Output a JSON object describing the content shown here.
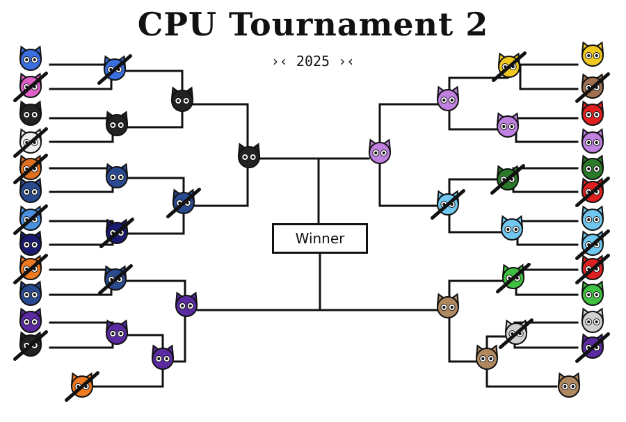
{
  "title": "CPU Tournament 2",
  "year": "2025",
  "winner_label": "Winner",
  "icon_colors": {
    "blue": "#3b6fe0",
    "pink": "#e060c8",
    "red_black": "#222222",
    "white": "#eeeeee",
    "orange_black": "#e07020",
    "dark_blue": "#2a4a90",
    "light_blue": "#4a90e0",
    "navy": "#1a1a70",
    "purple": "#5a2aa0",
    "black": "#222222",
    "orange": "#f07a20",
    "yellow": "#f0c820",
    "brown": "#a07050",
    "red": "#e02020",
    "lavender": "#c080e0",
    "green": "#2a7a2a",
    "cyan": "#70c8f0",
    "lime": "#40c040",
    "grey": "#d0d0d0",
    "tan": "#b08860"
  },
  "left_bracket": [
    {
      "name": "blue-fox-entrant",
      "color": "blue",
      "eliminated": false
    },
    {
      "name": "pink-cat-entrant",
      "color": "pink",
      "eliminated": true
    },
    {
      "name": "red-black-entrant",
      "color": "red_black",
      "eliminated": false
    },
    {
      "name": "white-entrant",
      "color": "white",
      "eliminated": true
    },
    {
      "name": "orange-black-entrant",
      "color": "orange_black",
      "eliminated": true
    },
    {
      "name": "dark-blue-entrant",
      "color": "dark_blue",
      "eliminated": false
    },
    {
      "name": "light-blue-entrant",
      "color": "light_blue",
      "eliminated": true
    },
    {
      "name": "navy-entrant",
      "color": "navy",
      "eliminated": false
    },
    {
      "name": "orange-bear-entrant",
      "color": "orange",
      "eliminated": true
    },
    {
      "name": "dark-blue-2-entrant",
      "color": "dark_blue",
      "eliminated": false
    },
    {
      "name": "purple-entrant",
      "color": "purple",
      "eliminated": false
    },
    {
      "name": "black-bunny-entrant",
      "color": "black",
      "eliminated": true
    },
    {
      "name": "orange-mouse-entrant",
      "color": "orange",
      "eliminated": true
    }
  ],
  "right_bracket": [
    {
      "name": "yellow-cat-entrant",
      "color": "yellow",
      "eliminated": false
    },
    {
      "name": "brown-entrant",
      "color": "brown",
      "eliminated": true
    },
    {
      "name": "red-entrant",
      "color": "red",
      "eliminated": false
    },
    {
      "name": "lavender-entrant",
      "color": "lavender",
      "eliminated": false
    },
    {
      "name": "green-entrant",
      "color": "green",
      "eliminated": false
    },
    {
      "name": "dark-red-entrant",
      "color": "red",
      "eliminated": true
    },
    {
      "name": "cyan-entrant",
      "color": "cyan",
      "eliminated": false
    },
    {
      "name": "cyan-2-entrant",
      "color": "cyan",
      "eliminated": true
    },
    {
      "name": "red-white-entrant",
      "color": "red",
      "eliminated": true
    },
    {
      "name": "lime-entrant",
      "color": "lime",
      "eliminated": false
    },
    {
      "name": "grey-skull-entrant",
      "color": "grey",
      "eliminated": false
    },
    {
      "name": "jester-entrant",
      "color": "purple",
      "eliminated": true
    },
    {
      "name": "tan-mouse-entrant",
      "color": "tan",
      "eliminated": false
    }
  ]
}
